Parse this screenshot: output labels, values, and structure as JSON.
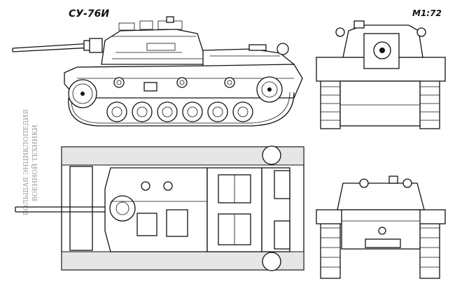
{
  "title": "СУ-76И",
  "scale_label": "M1:72",
  "watermark": {
    "line1": "БОЛЬШАЯ ЭНЦИКЛОПЕДИЯ",
    "line2": "ВОЕННОЙ ТЕХНИКИ"
  }
}
